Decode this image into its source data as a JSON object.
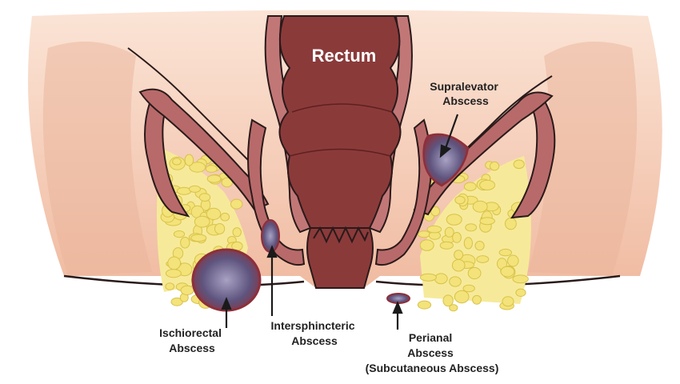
{
  "labels": {
    "rectum": "Rectum",
    "supralevator": [
      "Supralevator",
      "Abscess"
    ],
    "ischiorectal": [
      "Ischiorectal",
      "Abscess"
    ],
    "intersphincteric": [
      "Intersphincteric",
      "Abscess"
    ],
    "perianal": [
      "Perianal",
      "Abscess",
      "(Subcutaneous Abscess)"
    ]
  },
  "colors": {
    "skin": "#f3c9b0",
    "skin_shadow": "#e4a98f",
    "muscle": "#b86a6a",
    "muscle_dark": "#8e4545",
    "rectum": "#8b3a3a",
    "rectum_dark": "#6e2a2a",
    "fat": "#f3e37a",
    "fat_edge": "#d9c24a",
    "abscess": "#6a5a86",
    "abscess_rim": "#8e2f3a",
    "outline": "#2a1a1a"
  }
}
